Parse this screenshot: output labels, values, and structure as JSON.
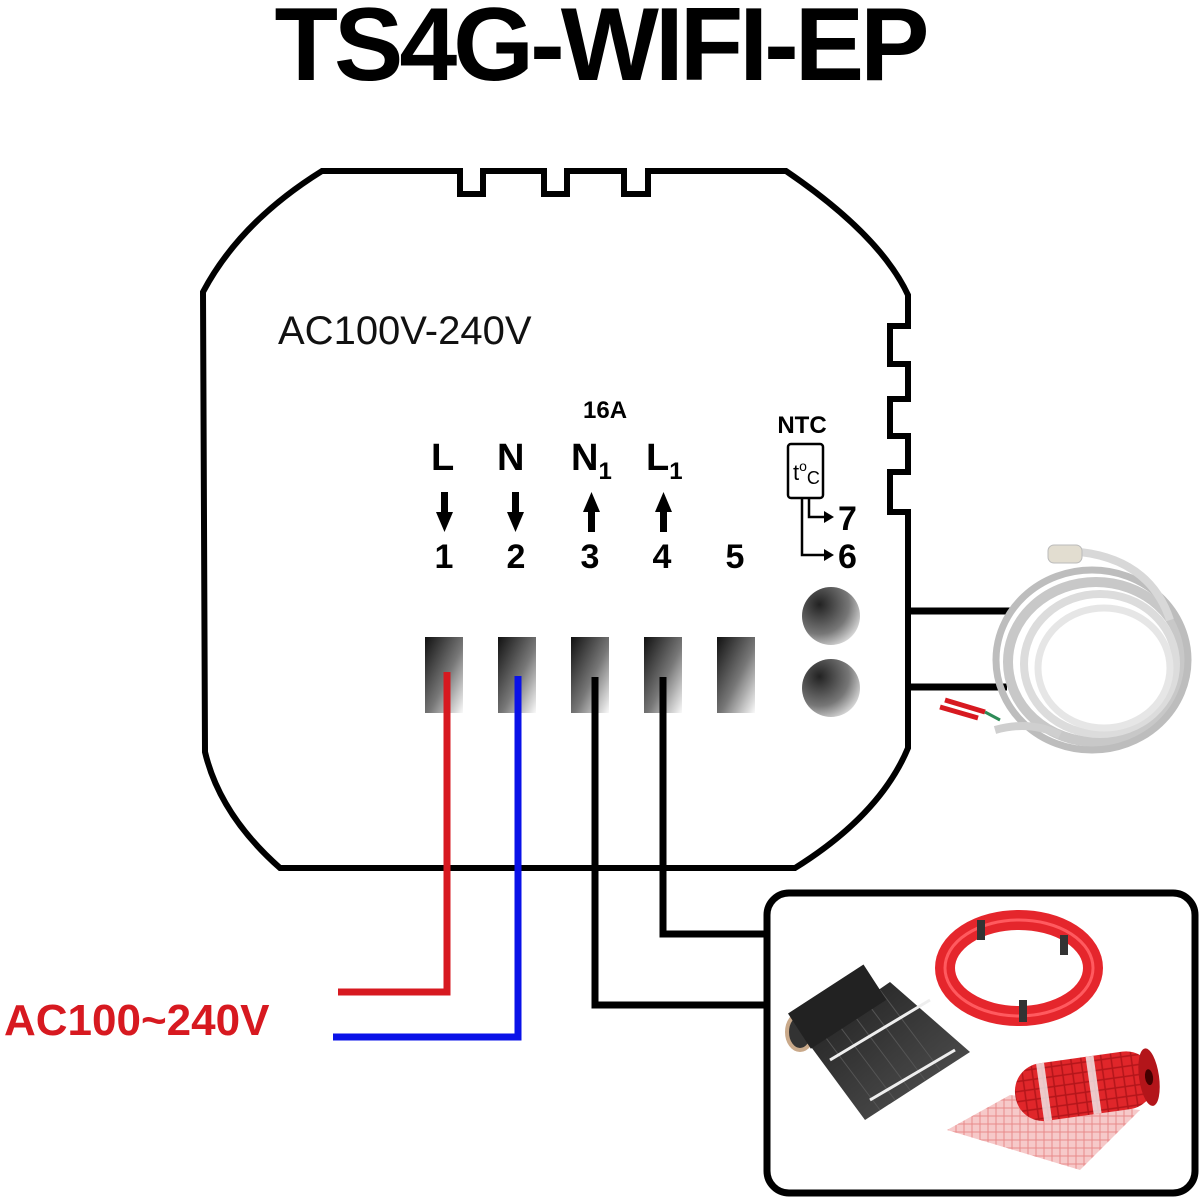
{
  "title": "TS4G-WIFI-EP",
  "device": {
    "voltage_rating": "AC100V-240V",
    "current_rating": "16A",
    "terminals": [
      {
        "label": "L",
        "subscript": "",
        "number": "1",
        "direction": "in"
      },
      {
        "label": "N",
        "subscript": "",
        "number": "2",
        "direction": "in"
      },
      {
        "label": "N",
        "subscript": "1",
        "number": "3",
        "direction": "out"
      },
      {
        "label": "L",
        "subscript": "1",
        "number": "4",
        "direction": "out"
      },
      {
        "label": "",
        "subscript": "",
        "number": "5",
        "direction": "none"
      }
    ],
    "sensor": {
      "label": "NTC",
      "symbol": "t",
      "degree": "o",
      "unit": "C",
      "terminals": [
        "7",
        "6"
      ]
    }
  },
  "supply": {
    "label": "AC100~240V",
    "live_color": "#d71920",
    "neutral_color": "#0a12e8"
  },
  "load": {
    "items": [
      "heating-film",
      "heating-cable-coil",
      "heating-mat"
    ]
  },
  "sensor_probe": {
    "item": "ntc-sensor-cable"
  }
}
